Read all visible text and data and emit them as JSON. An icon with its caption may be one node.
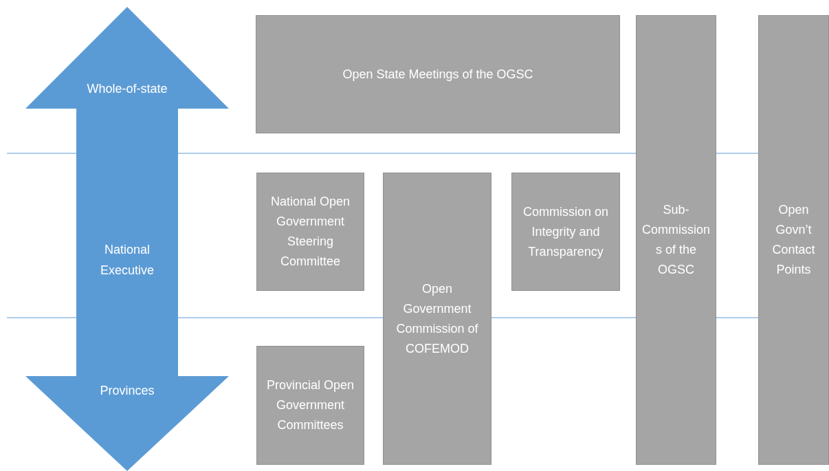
{
  "diagram": {
    "nodes": [
      {
        "text": [
          "Whole-of-state",
          "National Executive",
          "Provinces"
        ]
      },
      {
        "text": [
          "Open State Meetings of the OGSC"
        ]
      },
      {
        "text": [
          "National Open Government Steering Committee"
        ]
      },
      {
        "text": [
          "Open Government Commission of COFEMOD"
        ]
      },
      {
        "text": [
          "Commission on Integrity and Transparency"
        ]
      },
      {
        "text": [
          "Sub-Commissions of the OGSC"
        ]
      },
      {
        "text": [
          "Open Govn’t Contact Points"
        ]
      },
      {
        "text": [
          "Provincial Open Government Committees"
        ]
      }
    ]
  }
}
